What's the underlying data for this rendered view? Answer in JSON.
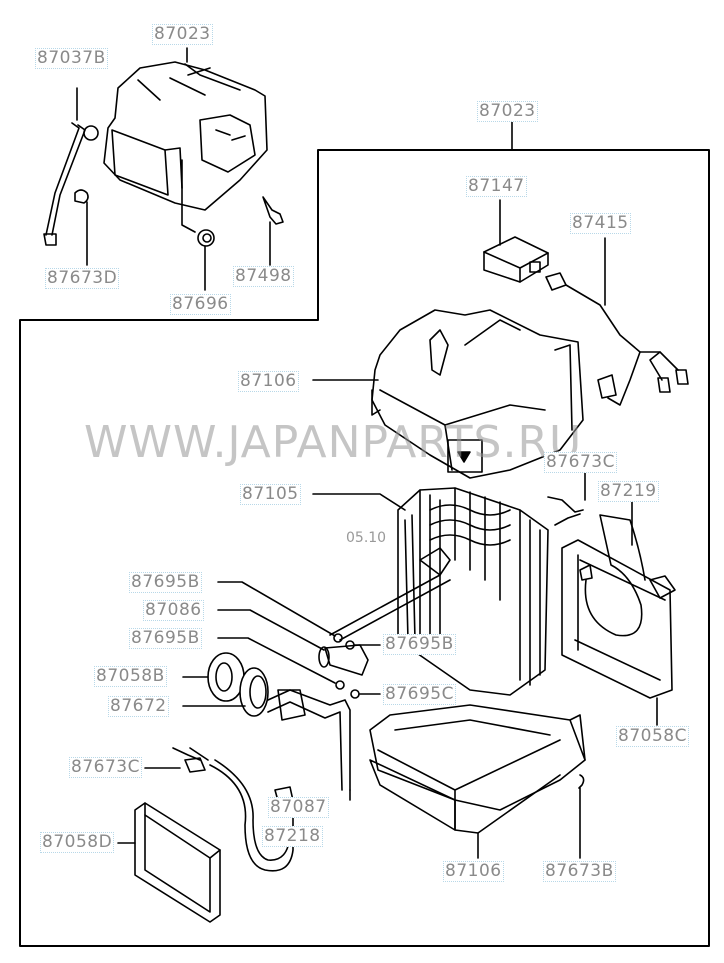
{
  "diagram": {
    "watermark": "WWW.JAPANPARTS.RU",
    "date_code": "05.10",
    "labels": {
      "top_assembly": "87023",
      "drain_hose": "87037B",
      "clip_d": "87673D",
      "grommet": "87696",
      "screw": "87498",
      "main_assembly": "87023",
      "actuator": "87147",
      "harness": "87415",
      "upper_case": "87106",
      "evaporator": "87105",
      "thermistor_clip": "87673C",
      "thermistor": "87219",
      "o_ring_1": "87695B",
      "expansion_valve": "87086",
      "o_ring_2": "87695B",
      "o_ring_3": "87695B",
      "seal_b": "87058B",
      "grommet_pipe": "87672",
      "o_ring_c": "87695C",
      "seal_c": "87058C",
      "sensor_clip": "87673C",
      "pipe": "87087",
      "sensor": "87218",
      "seal_d": "87058D",
      "lower_case": "87106",
      "clip_b": "87673B"
    }
  }
}
